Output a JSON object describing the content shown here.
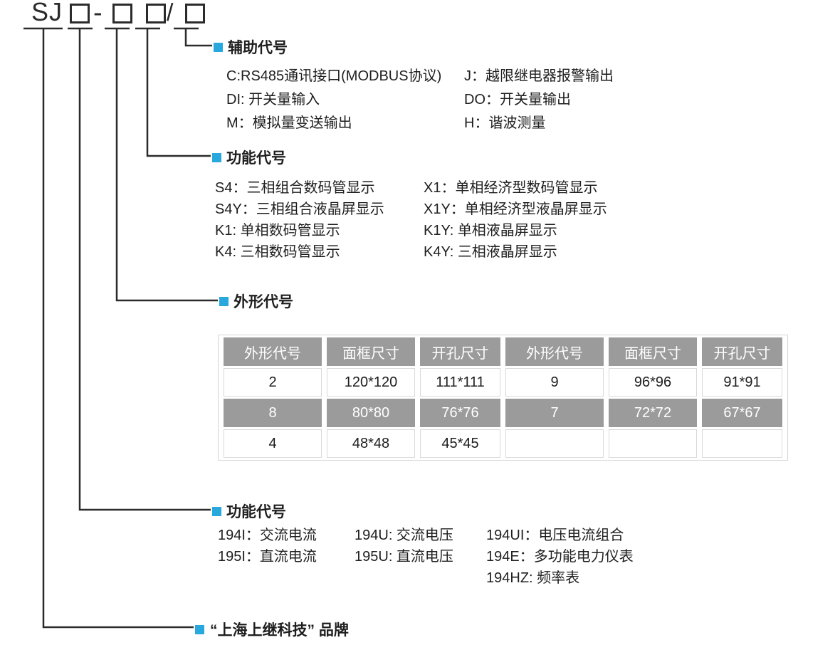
{
  "colors": {
    "accent_blue": "#29a8dd",
    "table_gray": "#9b9b9b"
  },
  "model_line": {
    "prefix": "SJ",
    "dash": "-",
    "slash": "/"
  },
  "sections": {
    "aux": {
      "title": "辅助代号",
      "rows": [
        {
          "left": "C:RS485通讯接口(MODBUS协议)",
          "right": "J：越限继电器报警输出"
        },
        {
          "left": "DI: 开关量输入",
          "right": "DO：开关量输出"
        },
        {
          "left": "M：模拟量变送输出",
          "right": "H：谐波测量"
        }
      ]
    },
    "display": {
      "title": "功能代号",
      "rows": [
        {
          "left": "S4：三相组合数码管显示",
          "right": "X1：单相经济型数码管显示"
        },
        {
          "left": "S4Y：三相组合液晶屏显示",
          "right": "X1Y：单相经济型液晶屏显示"
        },
        {
          "left": "K1: 单相数码管显示",
          "right": "K1Y: 单相液晶屏显示"
        },
        {
          "left": "K4: 三相数码管显示",
          "right": "K4Y: 三相液晶屏显示"
        }
      ]
    },
    "shape": {
      "title": "外形代号",
      "table": {
        "headers": [
          "外形代号",
          "面框尺寸",
          "开孔尺寸",
          "外形代号",
          "面框尺寸",
          "开孔尺寸"
        ],
        "rows": [
          {
            "cells": [
              "2",
              "120*120",
              "111*111",
              "9",
              "96*96",
              "91*91"
            ]
          },
          {
            "cells": [
              "8",
              "80*80",
              "76*76",
              "7",
              "72*72",
              "67*67"
            ]
          },
          {
            "cells": [
              "4",
              "48*48",
              "45*45",
              "",
              "",
              ""
            ]
          }
        ]
      }
    },
    "function": {
      "title": "功能代号",
      "rows": [
        {
          "c1": "194I：交流电流",
          "c2": "194U: 交流电压",
          "c3": "194UI：电压电流组合"
        },
        {
          "c1": "195I：直流电流",
          "c2": "195U: 直流电压",
          "c3": "194E：多功能电力仪表"
        },
        {
          "c1": "",
          "c2": "",
          "c3": "194HZ: 频率表"
        }
      ]
    },
    "brand": {
      "label": "“上海上继科技” 品牌"
    }
  }
}
